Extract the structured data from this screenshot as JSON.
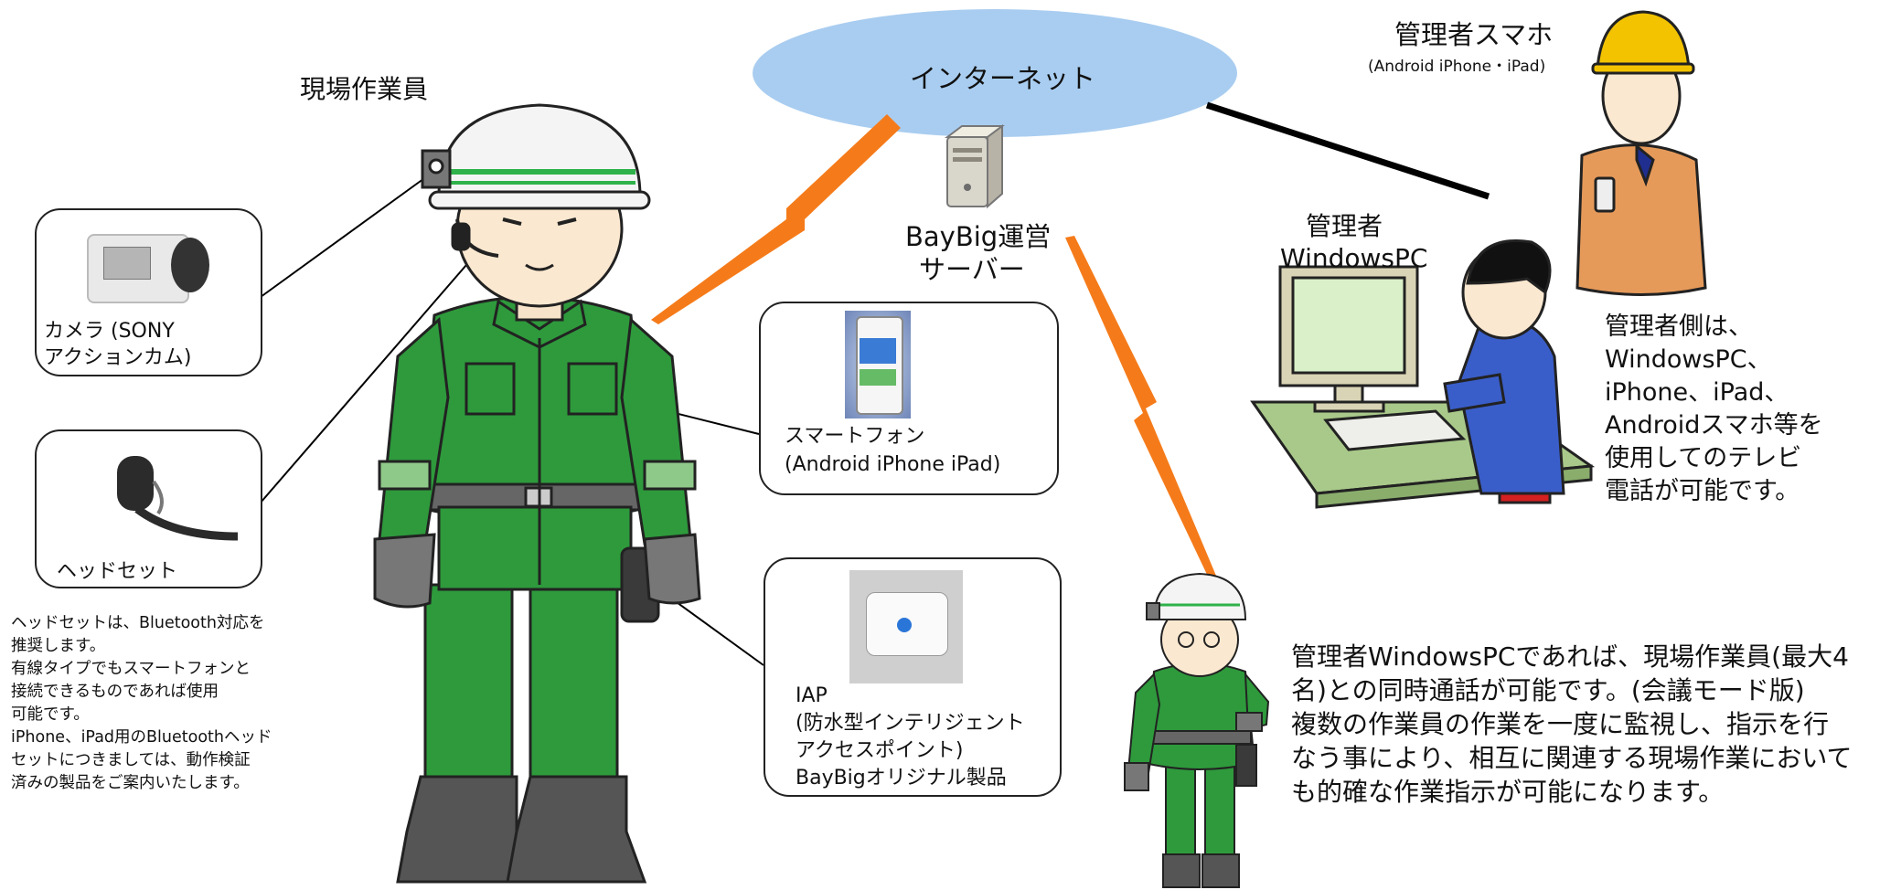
{
  "labels": {
    "worker_title": "現場作業員",
    "internet": "インターネット",
    "server_line1": "BayBig運営",
    "server_line2": "サーバー",
    "manager_phone_title": "管理者スマホ",
    "manager_phone_sub": "(Android iPhone・iPad)",
    "manager_pc_line1": "管理者",
    "manager_pc_line2": "WindowsPC"
  },
  "items": {
    "camera": "カメラ (SONY\n アクションカム)",
    "headset": "ヘッドセット",
    "smartphone": "スマートフォン\n(Android iPhone iPad)",
    "iap": "IAP\n(防水型インテリジェント\nアクセスポイント)\nBayBigオリジナル製品"
  },
  "notes": {
    "headset_note": "ヘッドセットは、Bluetooth対応を\n推奨します。\n有線タイプでもスマートフォンと\n接続できるものであれば使用\n可能です。\niPhone、iPad用のBluetoothヘッド\nセットにつきましては、動作検証\n済みの製品をご案内いたします。",
    "manager_note": "管理者側は、\nWindowsPC、\niPhone、iPad、\nAndroidスマホ等を\n使用してのテレビ\n電話が可能です。",
    "conference_note": "管理者WindowsPCであれば、現場作業員(最大4\n名)との同時通話が可能です。(会議モード版)\n複数の作業員の作業を一度に監視し、指示を行\nなう事により、相互に関連する現場作業において\nも的確な作業指示が可能になります。"
  },
  "colors": {
    "uniform_green": "#2e9a3c",
    "helmet_white": "#f4f4f4",
    "helmet_yellow": "#f3c300",
    "cloud_blue": "#a9cdf0",
    "lightning_orange": "#f57b1a",
    "screen_green": "#d9f0c8"
  }
}
